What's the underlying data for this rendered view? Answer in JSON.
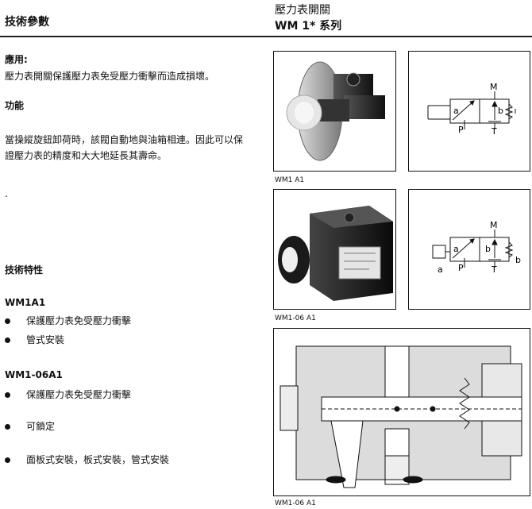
{
  "header": {
    "left_title": "技術參數",
    "right_title": "壓力表開關",
    "right_subtitle": "WM 1* 系列"
  },
  "application": {
    "heading": "應用:",
    "text": "壓力表開關保護壓力表免受壓力衝擊而造成損壞。"
  },
  "function": {
    "heading": "功能",
    "line1": "當操縱旋鈕卸荷時，該閥自動地與油箱相連。因此可以保",
    "line2": "證壓力表的精度和大大地延長其壽命。"
  },
  "dot_mark": ".",
  "features": {
    "heading": "技術特性",
    "wm1a1": {
      "title": "WM1A1",
      "items": [
        "保護壓力表免受壓力衝擊",
        "管式安裝"
      ]
    },
    "wm106a1": {
      "title": "WM1-06A1",
      "items": [
        "保護壓力表免受壓力衝擊",
        "可鎖定",
        "面板式安裝，板式安裝，管式安裝"
      ]
    }
  },
  "figures": {
    "photo1_caption": "WM1 A1",
    "photo2_caption": "WM1-06 A1",
    "section_caption": "WM1-06 A1"
  },
  "symbol1": {
    "m": "M",
    "a": "a",
    "b": "b",
    "p": "P",
    "t": "T"
  },
  "symbol2": {
    "m": "M",
    "a": "a",
    "b": "b",
    "p": "P",
    "t": "T",
    "a2": "a",
    "b2": "b"
  }
}
